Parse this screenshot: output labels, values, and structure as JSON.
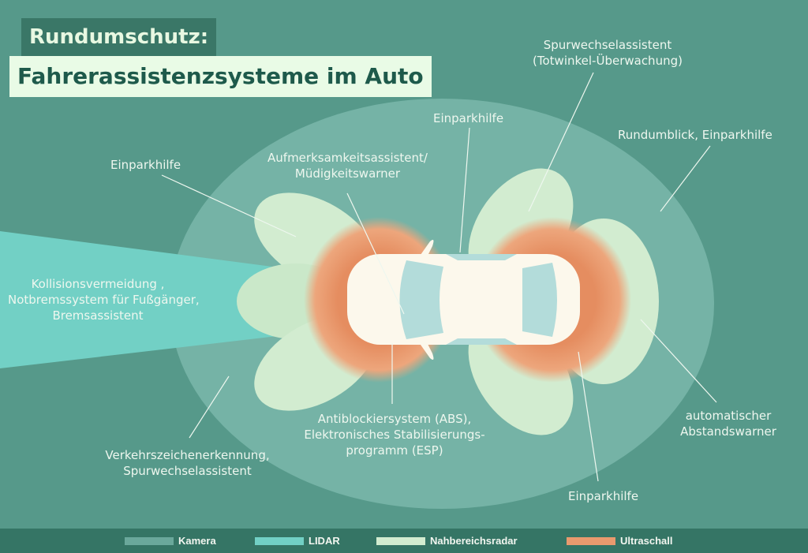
{
  "title": {
    "line1": "Rundumschutz:",
    "line2": "Fahrerassistenzsysteme im Auto"
  },
  "colors": {
    "background": "#56998a",
    "kamera": "#6aa89b",
    "lidar": "#72d0c5",
    "nahbereichsradar": "#d2ecd0",
    "ultraschall": "#e99a6e",
    "car_body": "#fcf8ec",
    "car_glass": "#b3dcda"
  },
  "labels": {
    "kollision": [
      "Kollisionsvermeidung ,",
      "Notbremssystem für Fußgänger,",
      "Bremsassistent"
    ],
    "einparkhilfe_left": "Einparkhilfe",
    "aufmerksamkeit": [
      "Aufmerksamkeitsassistent/",
      "Müdigkeitswarner"
    ],
    "einparkhilfe_top": "Einparkhilfe",
    "spurwechsel_top": [
      "Spurwechselassistent",
      "(Totwinkel-Überwachung)"
    ],
    "rundumblick": "Rundumblick, Einparkhilfe",
    "verkehrszeichen": [
      "Verkehrszeichenerkennung,",
      "Spurwechselassistent"
    ],
    "abs_esp": [
      "Antiblockiersystem (ABS),",
      "Elektronisches Stabilisierungs-",
      "programm (ESP)"
    ],
    "abstandswarner": [
      "automatischer",
      "Abstandswarner"
    ],
    "einparkhilfe_bottom": "Einparkhilfe"
  },
  "legend": {
    "items": [
      {
        "label": "Kamera",
        "color": "#6aa89b"
      },
      {
        "label": "LIDAR",
        "color": "#72d0c5"
      },
      {
        "label": "Nahbereichsradar",
        "color": "#d2ecd0"
      },
      {
        "label": "Ultraschall",
        "color": "#e99a6e"
      }
    ]
  }
}
